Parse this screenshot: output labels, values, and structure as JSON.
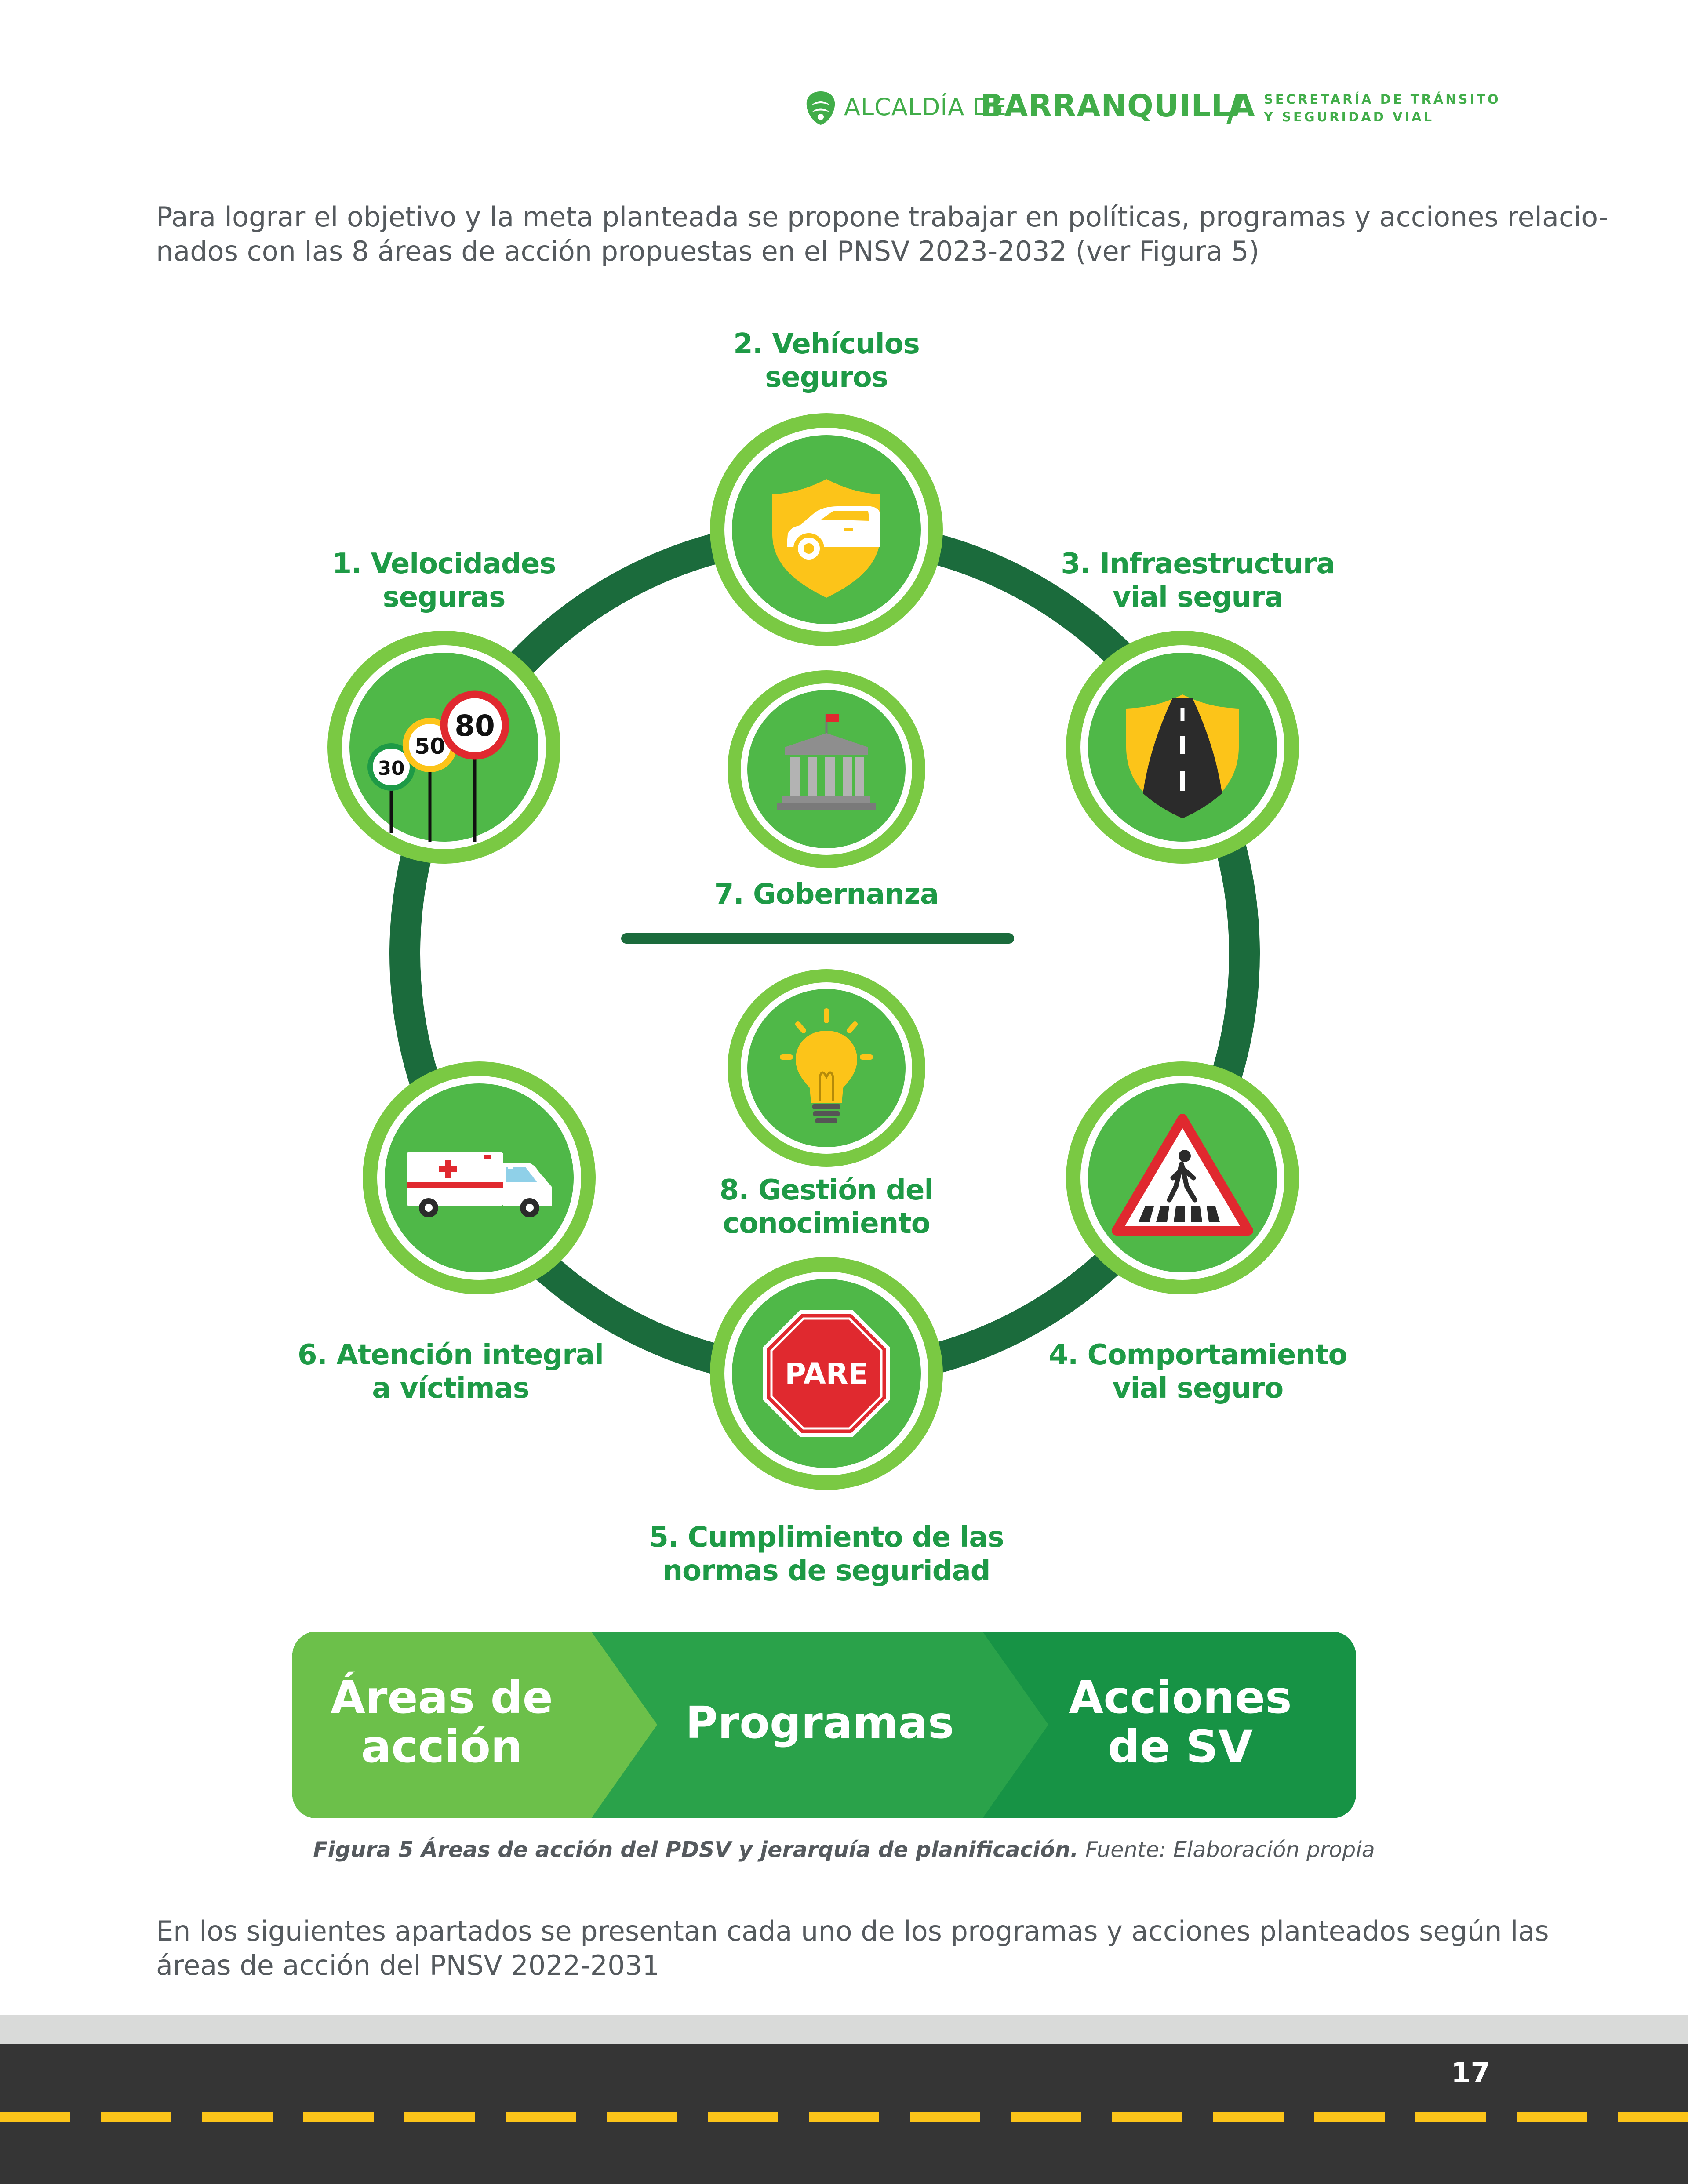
{
  "header": {
    "logo_text_prefix": "ALCALDÍA DE",
    "logo_text_city": "BARRANQUILLA",
    "separator": "/",
    "secretariat_line1": "SECRETARÍA DE TRÁNSITO",
    "secretariat_line2": "Y SEGURIDAD VIAL",
    "brand_color": "#41ad49"
  },
  "intro": {
    "line1": "Para lograr el objetivo y la meta planteada se propone trabajar en políticas, programas y acciones relacio-",
    "line2": "nados con las 8 áreas de acción propuestas en el PNSV 2023-2032 (ver Figura 5)"
  },
  "figure": {
    "areas": [
      {
        "line1": "1. Velocidades",
        "line2": "seguras",
        "icon": "speed-limit-signs-icon",
        "signs": [
          "30",
          "50",
          "80"
        ]
      },
      {
        "line1": "2. Vehículos",
        "line2": "seguros",
        "icon": "car-shield-icon"
      },
      {
        "line1": "3. Infraestructura",
        "line2": "vial segura",
        "icon": "road-shield-icon"
      },
      {
        "line1": "4. Comportamiento",
        "line2": "vial seguro",
        "icon": "pedestrian-crossing-sign-icon"
      },
      {
        "line1": "5. Cumplimiento de las",
        "line2": "normas de seguridad",
        "icon": "stop-sign-icon",
        "sign_text": "PARE"
      },
      {
        "line1": "6. Atención integral",
        "line2": "a víctimas",
        "icon": "ambulance-icon"
      },
      {
        "line1": "7. Gobernanza",
        "icon": "government-building-icon"
      },
      {
        "line1": "8. Gestión del",
        "line2": "conocimiento",
        "icon": "lightbulb-icon"
      }
    ],
    "colors": {
      "ring": "#1b6b3c",
      "circle_outer": "#7ac943",
      "circle_inner": "#4fb848",
      "label": "#1e9a46",
      "accent_yellow": "#fcc419",
      "sign_red": "#e0292f"
    }
  },
  "flow": {
    "step1_line1": "Áreas de",
    "step1_line2": "acción",
    "step2": "Programas",
    "step3_line1": "Acciones",
    "step3_line2": "de SV",
    "colors": [
      "#6cc04a",
      "#2aa24a",
      "#179345"
    ]
  },
  "caption": {
    "bold_text": "Figura 5 Áreas de acción del PDSV y jerarquía de planificación.",
    "source_text": "Fuente: Elaboración propia"
  },
  "closing": {
    "line1": "En los siguientes apartados se presentan cada uno de los programas y acciones planteados según las",
    "line2": "áreas de acción del PNSV 2022-2031"
  },
  "footer": {
    "page_number": "17"
  }
}
